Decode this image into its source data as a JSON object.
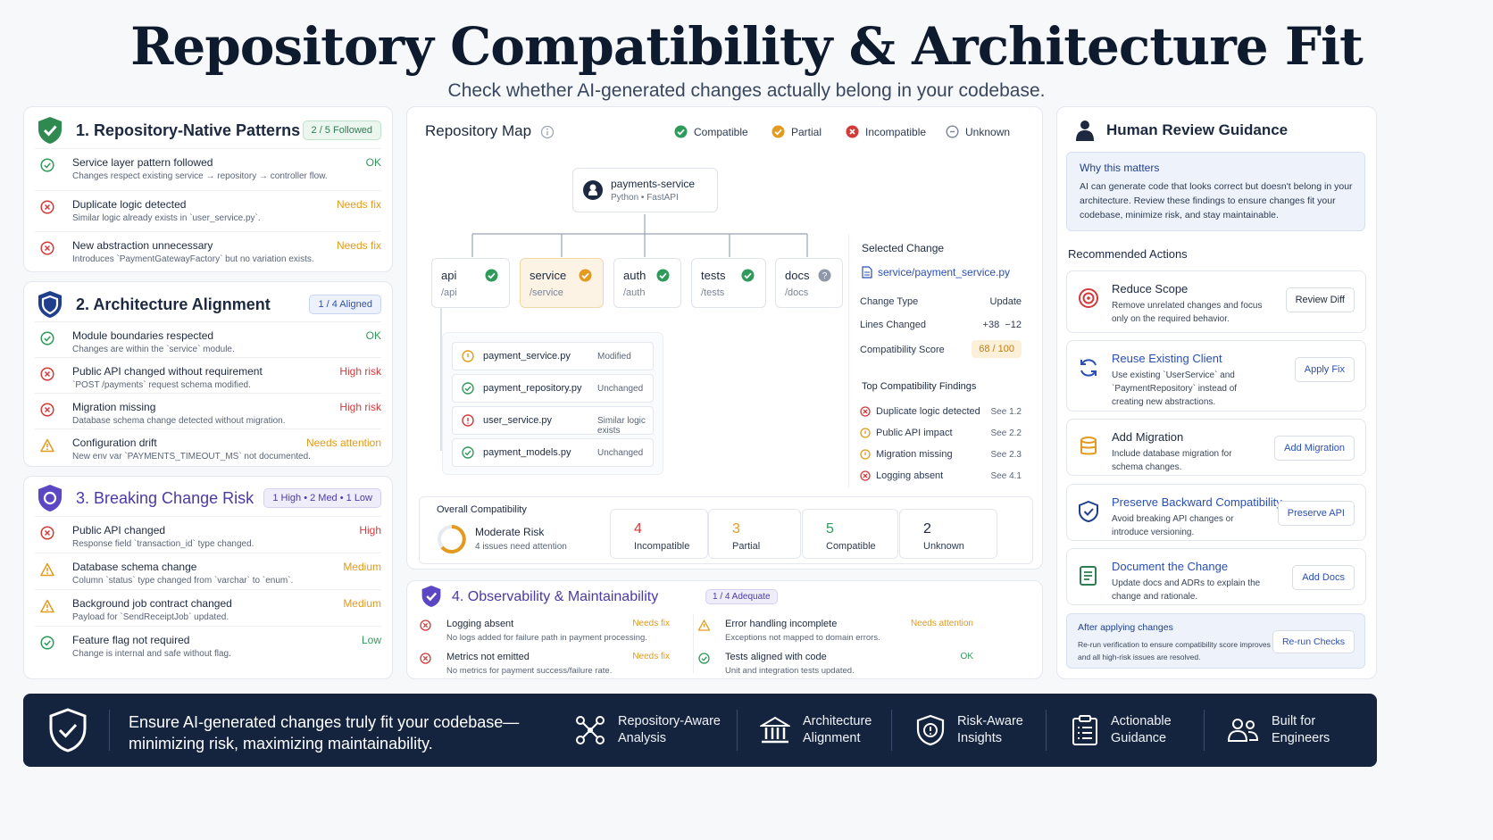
{
  "page": {
    "title": "Repository Compatibility & Architecture Fit",
    "subtitle": "Check whether AI-generated changes actually belong in your codebase."
  },
  "sections": {
    "patterns": {
      "title": "1. Repository-Native Patterns",
      "badge": "2 / 5 Followed",
      "items": [
        {
          "title": "Service layer pattern followed",
          "desc": "Changes respect existing service → repository → controller flow.",
          "status": "OK",
          "kind": "ok"
        },
        {
          "title": "Duplicate logic detected",
          "desc": "Similar logic already exists in `user_service.py`.",
          "status": "Needs fix",
          "kind": "x-orange"
        },
        {
          "title": "New abstraction unnecessary",
          "desc": "Introduces `PaymentGatewayFactory` but no variation exists.",
          "status": "Needs fix",
          "kind": "x-orange"
        }
      ]
    },
    "architecture": {
      "title": "2. Architecture Alignment",
      "badge": "1 / 4 Aligned",
      "items": [
        {
          "title": "Module boundaries respected",
          "desc": "Changes are within the `service` module.",
          "status": "OK",
          "kind": "ok"
        },
        {
          "title": "Public API changed without requirement",
          "desc": "`POST /payments` request schema modified.",
          "status": "High risk",
          "kind": "x-red"
        },
        {
          "title": "Migration missing",
          "desc": "Database schema change detected without migration.",
          "status": "High risk",
          "kind": "x-red"
        },
        {
          "title": "Configuration drift",
          "desc": "New env var `PAYMENTS_TIMEOUT_MS` not documented.",
          "status": "Needs attention",
          "kind": "warn"
        }
      ]
    },
    "breaking": {
      "title": "3. Breaking Change Risk",
      "badge": "1 High • 2 Med • 1 Low",
      "items": [
        {
          "title": "Public API changed",
          "desc": "Response field `transaction_id` type changed.",
          "status": "High",
          "kind": "x-red"
        },
        {
          "title": "Database schema change",
          "desc": "Column `status` type changed from `varchar` to `enum`.",
          "status": "Medium",
          "kind": "warn"
        },
        {
          "title": "Background job contract changed",
          "desc": "Payload for `SendReceiptJob` updated.",
          "status": "Medium",
          "kind": "warn"
        },
        {
          "title": "Feature flag not required",
          "desc": "Change is internal and safe without flag.",
          "status": "Low",
          "kind": "ok"
        }
      ]
    }
  },
  "repo_map": {
    "title": "Repository Map",
    "legend": [
      "Compatible",
      "Partial",
      "Incompatible",
      "Unknown"
    ],
    "root": {
      "name": "payments-service",
      "meta": "Python • FastAPI"
    },
    "modules": [
      {
        "name": "api",
        "path": "/api",
        "status": "compatible"
      },
      {
        "name": "service",
        "path": "/service",
        "status": "partial"
      },
      {
        "name": "auth",
        "path": "/auth",
        "status": "compatible"
      },
      {
        "name": "tests",
        "path": "/tests",
        "status": "compatible"
      },
      {
        "name": "docs",
        "path": "/docs",
        "status": "unknown"
      }
    ],
    "files": [
      {
        "name": "payment_service.py",
        "status": "Modified",
        "kind": "partial"
      },
      {
        "name": "payment_repository.py",
        "status": "Unchanged",
        "kind": "ok"
      },
      {
        "name": "user_service.py",
        "status": "Similar logic exists",
        "kind": "alert"
      },
      {
        "name": "payment_models.py",
        "status": "Unchanged",
        "kind": "ok"
      }
    ],
    "selected": {
      "heading": "Selected Change",
      "file": "service/payment_service.py",
      "change_type_label": "Change Type",
      "change_type": "Update",
      "lines_label": "Lines Changed",
      "lines_added": "+38",
      "lines_removed": "−12",
      "score_label": "Compatibility Score",
      "score": "68 / 100",
      "findings_heading": "Top Compatibility Findings",
      "findings": [
        {
          "text": "Duplicate logic detected",
          "ref": "See 1.2",
          "kind": "x-red"
        },
        {
          "text": "Public API impact",
          "ref": "See 2.2",
          "kind": "partial"
        },
        {
          "text": "Migration missing",
          "ref": "See 2.3",
          "kind": "partial"
        },
        {
          "text": "Logging absent",
          "ref": "See 4.1",
          "kind": "x-red"
        }
      ]
    },
    "overall": {
      "heading": "Overall Compatibility",
      "risk": "Moderate Risk",
      "note": "4 issues need attention",
      "stats": [
        {
          "value": "4",
          "label": "Incompatible",
          "color": "#d33a3a"
        },
        {
          "value": "3",
          "label": "Partial",
          "color": "#e39a1e"
        },
        {
          "value": "5",
          "label": "Compatible",
          "color": "#2f9a5a"
        },
        {
          "value": "2",
          "label": "Unknown",
          "color": "#1c2940"
        }
      ]
    }
  },
  "observability": {
    "title": "4. Observability & Maintainability",
    "badge": "1 / 4 Adequate",
    "items": [
      {
        "title": "Logging absent",
        "desc": "No logs added for failure path in payment processing.",
        "status": "Needs fix",
        "kind": "x-red"
      },
      {
        "title": "Metrics not emitted",
        "desc": "No metrics for payment success/failure rate.",
        "status": "Needs fix",
        "kind": "x-red"
      },
      {
        "title": "Error handling incomplete",
        "desc": "Exceptions not mapped to domain errors.",
        "status": "Needs attention",
        "kind": "warn"
      },
      {
        "title": "Tests aligned with code",
        "desc": "Unit and integration tests updated.",
        "status": "OK",
        "kind": "ok"
      }
    ]
  },
  "guidance": {
    "title": "Human Review Guidance",
    "why_heading": "Why this matters",
    "why_text": "AI can generate code that looks correct but doesn't belong in your architecture. Review these findings to ensure changes fit your codebase, minimize risk, and stay maintainable.",
    "actions_heading": "Recommended Actions",
    "actions": [
      {
        "title": "Reduce Scope",
        "desc": "Remove unrelated changes and focus only on the required behavior.",
        "button": "Review Diff",
        "icon": "target-icon"
      },
      {
        "title": "Reuse Existing Client",
        "desc": "Use existing `UserService` and `PaymentRepository` instead of creating new abstractions.",
        "button": "Apply Fix",
        "icon": "refresh-icon"
      },
      {
        "title": "Add Migration",
        "desc": "Include database migration for schema changes.",
        "button": "Add Migration",
        "icon": "database-icon"
      },
      {
        "title": "Preserve Backward Compatibility",
        "desc": "Avoid breaking API changes or introduce versioning.",
        "button": "Preserve API",
        "icon": "shield-check-icon"
      },
      {
        "title": "Document the Change",
        "desc": "Update docs and ADRs to explain the change and rationale.",
        "button": "Add Docs",
        "icon": "document-icon"
      }
    ],
    "after": {
      "heading": "After applying changes",
      "text": "Re-run verification to ensure compatibility score improves and all high-risk issues are resolved.",
      "button": "Re-run Checks"
    }
  },
  "footer": {
    "tagline_1": "Ensure AI-generated changes truly fit your codebase—",
    "tagline_2": "minimizing risk, maximizing maintainability.",
    "features": [
      {
        "l1": "Repository-Aware",
        "l2": "Analysis",
        "icon": "network-icon"
      },
      {
        "l1": "Architecture",
        "l2": "Alignment",
        "icon": "building-icon"
      },
      {
        "l1": "Risk-Aware",
        "l2": "Insights",
        "icon": "shield-alert-icon"
      },
      {
        "l1": "Actionable",
        "l2": "Guidance",
        "icon": "clipboard-icon"
      },
      {
        "l1": "Built for",
        "l2": "Engineers",
        "icon": "users-icon"
      }
    ]
  },
  "colors": {
    "green": "#2f9a5a",
    "orange": "#e39a1e",
    "red": "#d33a3a",
    "navy": "#14243f",
    "blue": "#2a4fb4"
  }
}
